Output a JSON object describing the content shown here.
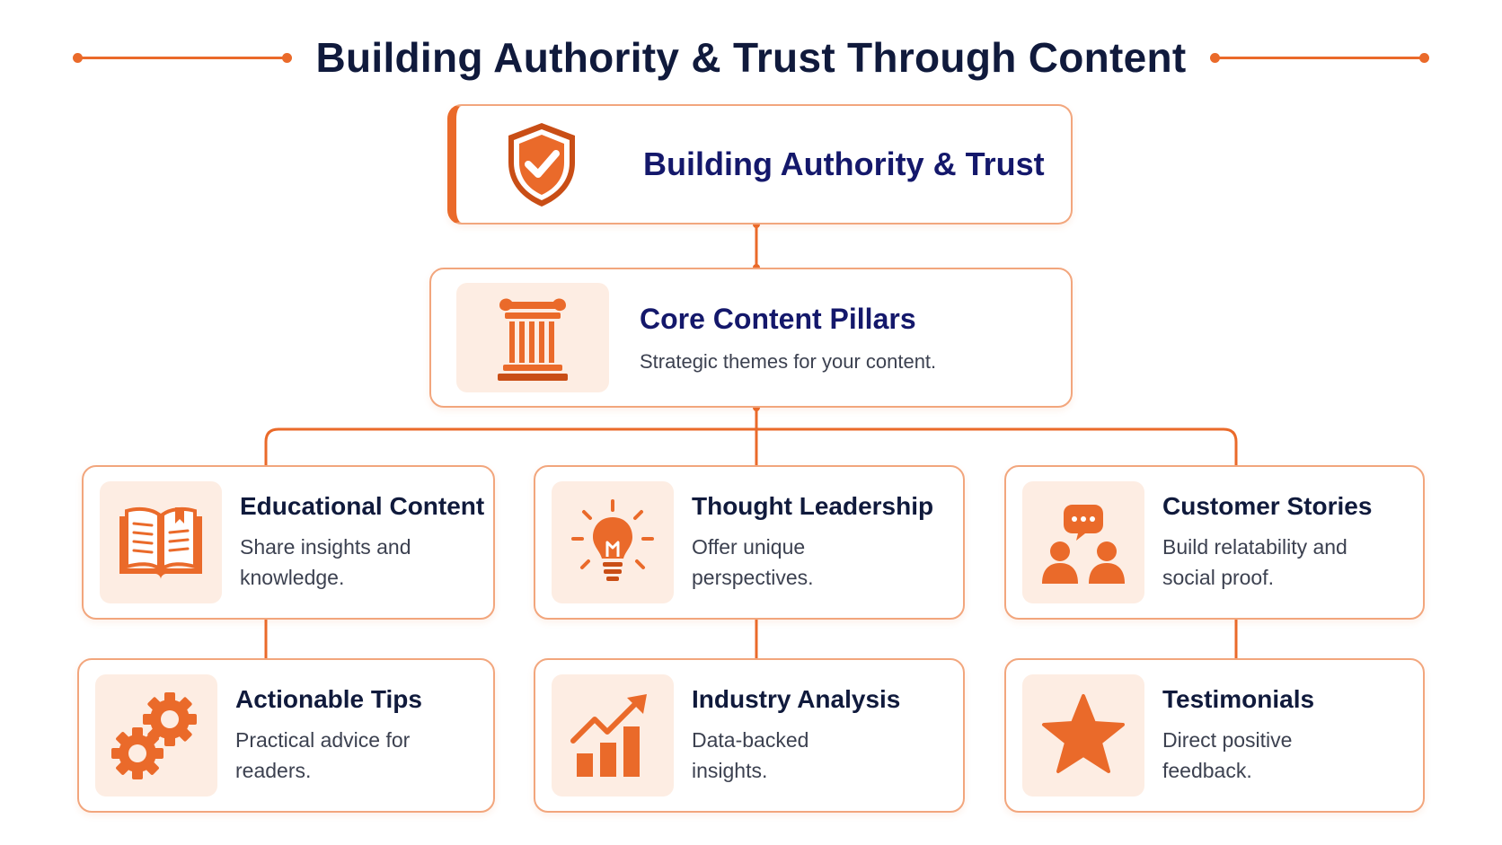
{
  "title": "Building Authority & Trust Through Content",
  "colors": {
    "accent": "#ea6a2a",
    "border": "#f2a67d",
    "iconBg": "#fdede3",
    "navy": "#101a3c",
    "heading": "#14186b"
  },
  "root": {
    "title": "Building Authority & Trust",
    "icon": "shield-check-icon"
  },
  "pillars": {
    "title": "Core Content Pillars",
    "desc": "Strategic themes for your content.",
    "icon": "pillar-icon"
  },
  "nodes": [
    {
      "title": "Educational Content",
      "desc": "Share insights and knowledge.",
      "icon": "open-book-icon"
    },
    {
      "title": "Thought Leadership",
      "desc": "Offer unique perspectives.",
      "icon": "lightbulb-icon"
    },
    {
      "title": "Customer Stories",
      "desc": "Build relatability and social proof.",
      "icon": "people-chat-icon"
    },
    {
      "title": "Actionable Tips",
      "desc": "Practical advice for readers.",
      "icon": "gears-icon"
    },
    {
      "title": "Industry Analysis",
      "desc": "Data-backed insights.",
      "icon": "growth-chart-icon"
    },
    {
      "title": "Testimonials",
      "desc": "Direct positive feedback.",
      "icon": "star-icon"
    }
  ]
}
